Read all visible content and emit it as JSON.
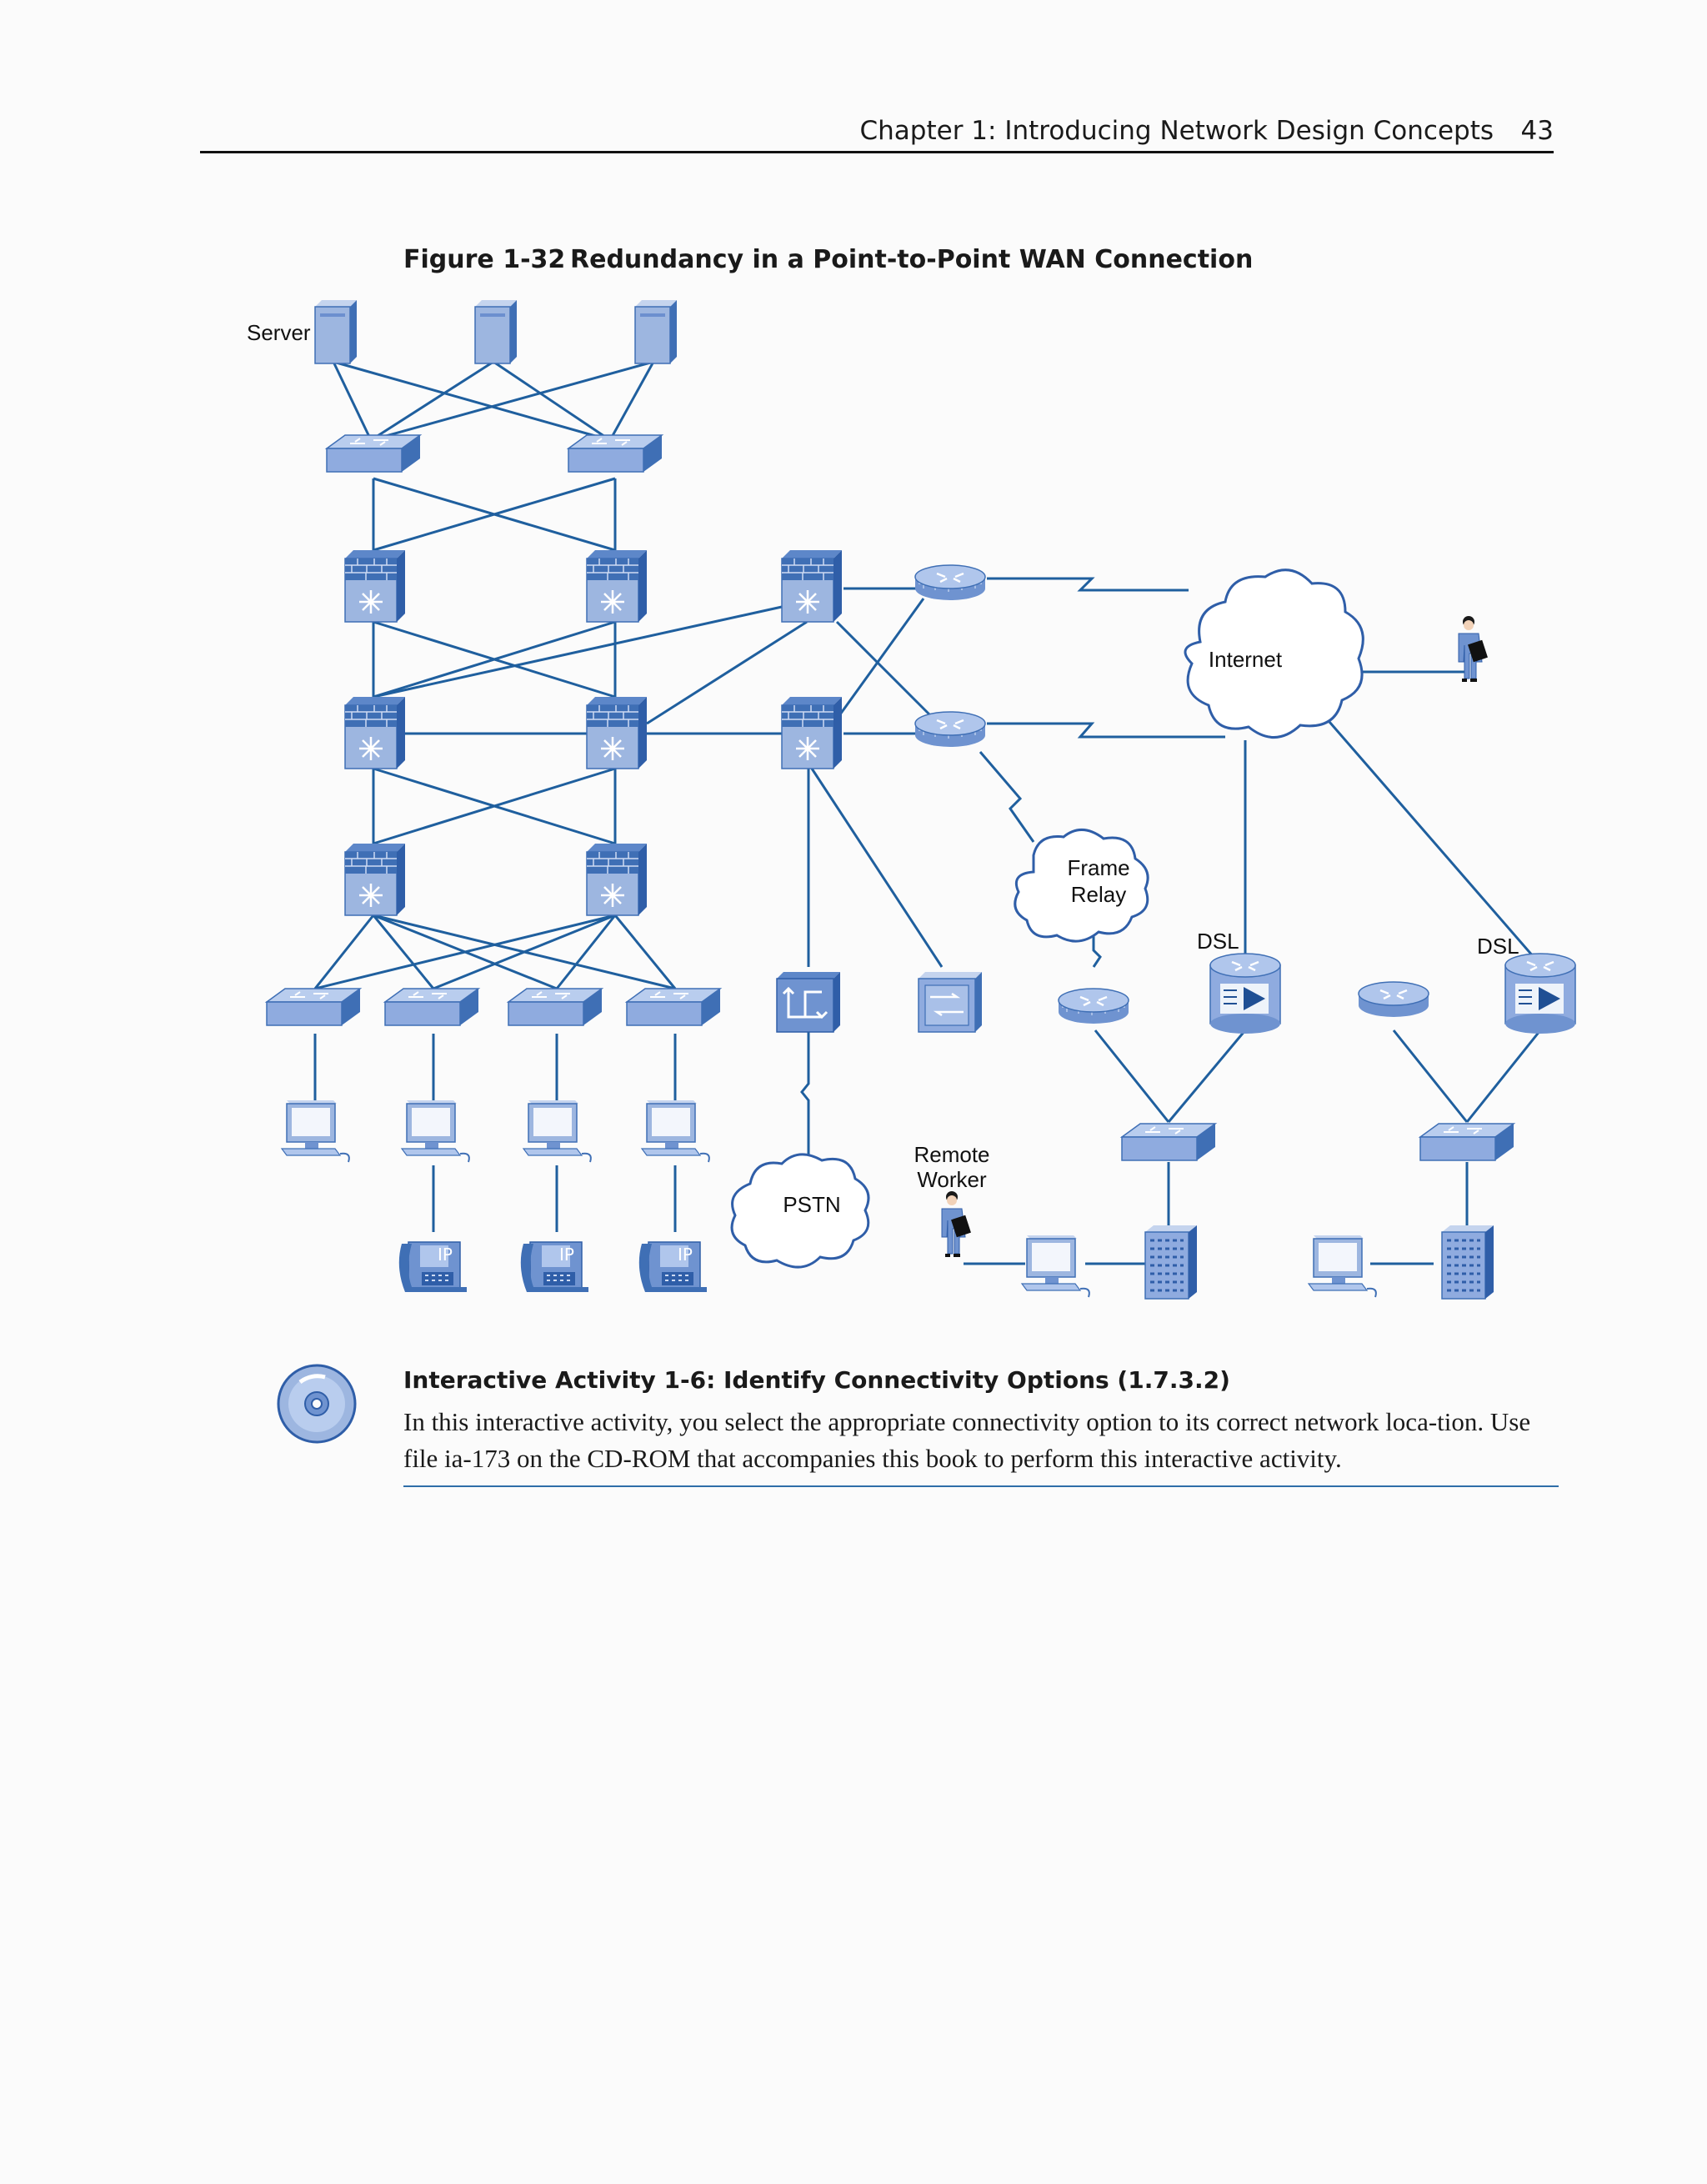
{
  "running_head": {
    "chapter_title": "Chapter 1: Introducing Network Design Concepts",
    "page_number": "43"
  },
  "figure": {
    "number": "Figure 1-32",
    "title": "Redundancy in a Point-to-Point WAN Connection",
    "labels": {
      "server": "Server",
      "internet": "Internet",
      "frame_relay_line1": "Frame",
      "frame_relay_line2": "Relay",
      "dsl_left": "DSL",
      "dsl_right": "DSL",
      "pstn": "PSTN",
      "remote_worker_line1": "Remote",
      "remote_worker_line2": "Worker",
      "ip_phone": "IP"
    }
  },
  "activity": {
    "title": "Interactive Activity 1-6: Identify Connectivity Options (1.7.3.2)",
    "body": "In this interactive activity, you select the appropriate connectivity option to its correct network loca-tion. Use file ia-173 on the CD-ROM that accompanies this book to perform this interactive activity."
  },
  "colors": {
    "link": "#1f5f9e",
    "device_light": "#9db6e0",
    "device_dark": "#3f6fb5"
  }
}
